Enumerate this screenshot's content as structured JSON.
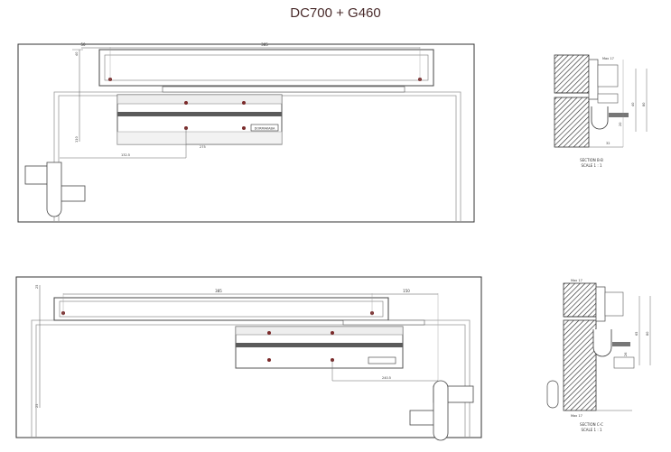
{
  "title": "DC700 + G460",
  "top_view": {
    "dim_main": "385",
    "dim_left": "50",
    "dim_mid": "275",
    "dim_low": "132.5",
    "dim_vert_top": "40",
    "dim_vert_bottom": "110"
  },
  "bottom_view": {
    "dim_main": "385",
    "dim_right": "150",
    "dim_low": "240.5",
    "dim_vert_top": "25",
    "dim_vert_bottom": "25"
  },
  "section_bb": {
    "label": "SECTION B-B",
    "scale": "SCALE 1 : 1",
    "dim_top": "Max 17",
    "dim_right1": "40",
    "dim_right2": "80",
    "dim_inner": "20",
    "dim_bottom": "32"
  },
  "section_cc": {
    "label": "SECTION C-C",
    "scale": "SCALE 1 : 1",
    "dim_top": "Max 17",
    "dim_right1": "65",
    "dim_right2": "80",
    "dim_inner": "26",
    "dim_bottom": "Max 17"
  },
  "brand_plate": "DORMAKABA"
}
